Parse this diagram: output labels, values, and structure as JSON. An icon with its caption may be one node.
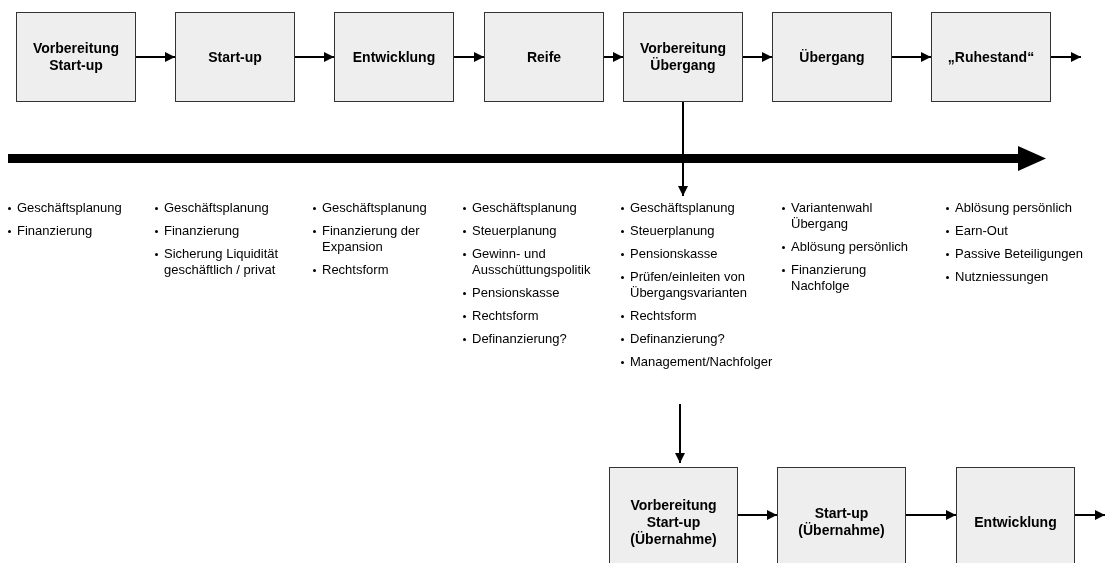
{
  "diagram": {
    "nodes": [
      {
        "text": [
          "Vorbereitung Start-up"
        ]
      },
      {
        "text": [
          "Start-up"
        ]
      },
      {
        "text": [
          "Entwicklung"
        ]
      },
      {
        "text": [
          "Reife"
        ]
      },
      {
        "text": [
          "Vorbereitung Übergang"
        ]
      },
      {
        "text": [
          "Übergang"
        ]
      },
      {
        "text": [
          "„Ruhestand“"
        ]
      },
      {
        "text": [
          "Geschäftsplanung",
          "Steuerplanung",
          "Pensionskasse",
          "Prüfen/einleiten von Übergangsvarianten",
          "Rechtsform",
          "Definanzierung?",
          "Management/Nachfolger"
        ]
      },
      {
        "text": [
          "Vorbereitung Start-up (Übernahme)"
        ]
      },
      {
        "text": [
          "Start-up (Übernahme)"
        ]
      },
      {
        "text": [
          "Entwicklung"
        ]
      }
    ],
    "edges": [
      {
        "from": 0,
        "to": 1,
        "arrow": "to"
      },
      {
        "from": 1,
        "to": 2,
        "arrow": "to"
      },
      {
        "from": 2,
        "to": 3,
        "arrow": "to"
      },
      {
        "from": 3,
        "to": 4,
        "arrow": "to"
      },
      {
        "from": 4,
        "to": 5,
        "arrow": "to"
      },
      {
        "from": 5,
        "to": 6,
        "arrow": "to"
      },
      {
        "from": 6,
        "to": null,
        "arrow": "to"
      },
      {
        "from": 4,
        "to": 7,
        "arrow": "to"
      },
      {
        "from": 7,
        "to": 8,
        "arrow": "to"
      },
      {
        "from": 8,
        "to": 9,
        "arrow": "to"
      },
      {
        "from": 9,
        "to": 10,
        "arrow": "to"
      },
      {
        "from": 10,
        "to": null,
        "arrow": "to"
      }
    ],
    "labels": [
      "Geschäftsplanung",
      "Finanzierung",
      "Geschäftsplanung",
      "Finanzierung",
      "Sicherung Liquidität geschäftlich / privat",
      "Geschäftsplanung",
      "Finanzierung der Expansion",
      "Rechtsform",
      "Geschäftsplanung",
      "Steuerplanung",
      "Gewinn- und Ausschüttungspolitik",
      "Pensionskasse",
      "Rechtsform",
      "Definanzierung?",
      "Variantenwahl Übergang",
      "Ablösung persönlich",
      "Finanzierung Nachfolge",
      "Ablösung persönlich",
      "Earn-Out",
      "Passive Beteiligungen",
      "Nutzniessungen"
    ]
  }
}
